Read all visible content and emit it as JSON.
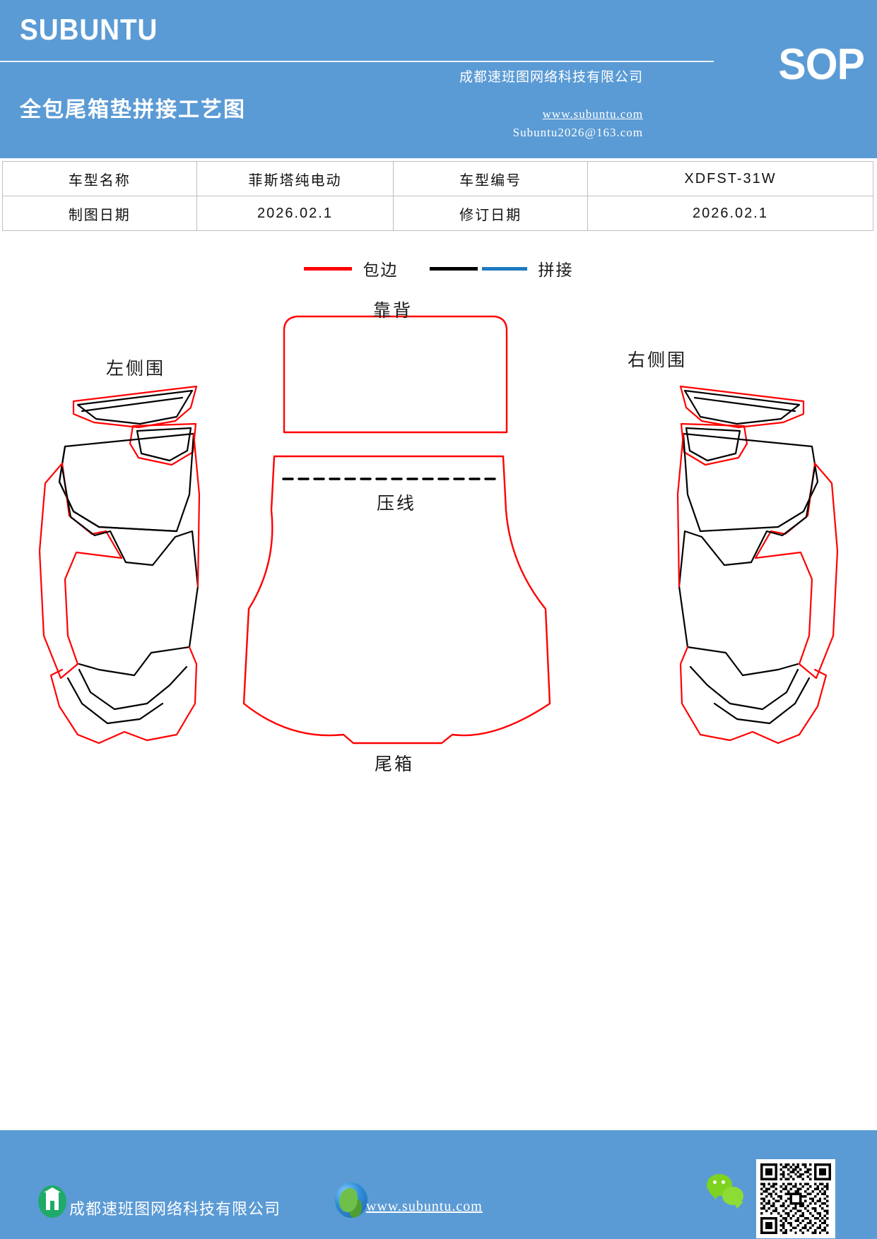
{
  "header": {
    "brand": "SUBUNTU",
    "doc_type": "SOP",
    "title": "全包尾箱垫拼接工艺图",
    "company": "成都速班图网络科技有限公司",
    "website": "www.subuntu.com",
    "email": "Subuntu2026@163.com",
    "bg_color": "#5b9bd5"
  },
  "info_table": {
    "rows": [
      {
        "label1": "车型名称",
        "value1": "菲斯塔纯电动",
        "label2": "车型编号",
        "value2": "XDFST-31W"
      },
      {
        "label1": "制图日期",
        "value1": "2026.02.1",
        "label2": "修订日期",
        "value2": "2026.02.1"
      }
    ]
  },
  "legend": {
    "items": [
      {
        "label": "包边",
        "color": "#ff0000"
      },
      {
        "label": "拼接",
        "color": "#000000"
      },
      {
        "label": "拼接",
        "color": "#1f7ac0"
      }
    ],
    "edging_label": "包边",
    "splice_label": "拼接"
  },
  "diagram": {
    "labels": {
      "backrest": "靠背",
      "left_side": "左侧围",
      "right_side": "右侧围",
      "press_line": "压线",
      "trunk": "尾箱"
    }
  },
  "footer": {
    "company": "成都速班图网络科技有限公司",
    "website": "www.subuntu.com",
    "bg_color": "#5b9bd5"
  }
}
